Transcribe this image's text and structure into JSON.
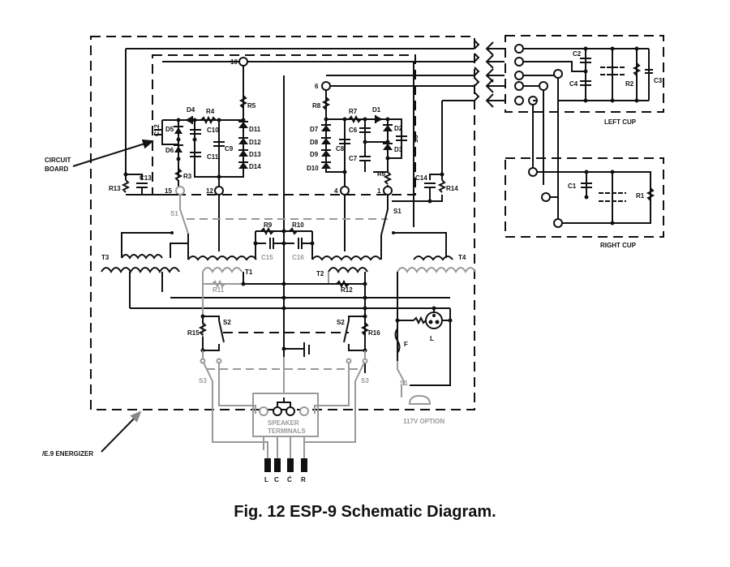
{
  "caption": "Fig. 12  ESP-9 Schematic Diagram.",
  "callouts": {
    "circuit_board": [
      "CIRCUIT",
      "BOARD"
    ],
    "energizer": "/E.9 ENERGIZER",
    "left_cup": "LEFT CUP",
    "right_cup": "RIGHT CUP",
    "speaker_terminals": [
      "SPEAKER",
      "TERMINALS"
    ],
    "option_117v": "117V OPTION"
  },
  "terminals": {
    "t10": "10",
    "t6": "6",
    "t15": "15",
    "t12": "12",
    "t4": "4",
    "t1": "1"
  },
  "speaker_leads": [
    "L",
    "C",
    "Ć",
    "R"
  ],
  "components": {
    "resistors": [
      "R1",
      "R2",
      "R3",
      "R4",
      "R5",
      "R6",
      "R7",
      "R8",
      "R9",
      "R10",
      "R11",
      "R12",
      "R13",
      "R14",
      "R15",
      "R16"
    ],
    "capacitors": [
      "C1",
      "C2",
      "C3",
      "C4",
      "C5",
      "C6",
      "C7",
      "C8",
      "C9",
      "C10",
      "C11",
      "C12",
      "C13",
      "C14",
      "C15",
      "C16"
    ],
    "diodes": [
      "D1",
      "D2",
      "D3",
      "D4",
      "D5",
      "D6",
      "D7",
      "D8",
      "D9",
      "D10",
      "D11",
      "D12",
      "D13",
      "D14"
    ],
    "transformers": [
      "T1",
      "T2",
      "T3",
      "T4"
    ],
    "switches": [
      "S1",
      "S2",
      "S3"
    ],
    "other": [
      "F",
      "L"
    ]
  },
  "labels": {
    "R1": "R1",
    "R2": "R2",
    "R3": "R3",
    "R4": "R4",
    "R5": "R5",
    "R6": "R6",
    "R7": "R7",
    "R8": "R8",
    "R9": "R9",
    "R10": "R10",
    "R11": "R11",
    "R12": "R12",
    "R13": "R13",
    "R14": "R14",
    "R15": "R15",
    "R16": "R16",
    "C1": "C1",
    "C2": "C2",
    "C3": "C3",
    "C4": "C4",
    "C5": "C5",
    "C6": "C6",
    "C7": "C7",
    "C8": "C8",
    "C9": "C9",
    "C10": "C10",
    "C11": "C11",
    "C12": "C12",
    "C13": "C13",
    "C14": "C14",
    "C15": "C15",
    "C16": "C16",
    "D1": "D1",
    "D2": "D2",
    "D3": "D3",
    "D4": "D4",
    "D5": "D5",
    "D6": "D6",
    "D7": "D7",
    "D8": "D8",
    "D9": "D9",
    "D10": "D10",
    "D11": "D11",
    "D12": "D12",
    "D13": "D13",
    "D14": "D14",
    "T1": "T1",
    "T2": "T2",
    "T3": "T3",
    "T4": "T4",
    "S1": "S1",
    "S2": "S2",
    "S3": "S3",
    "F": "F",
    "L": "L"
  }
}
